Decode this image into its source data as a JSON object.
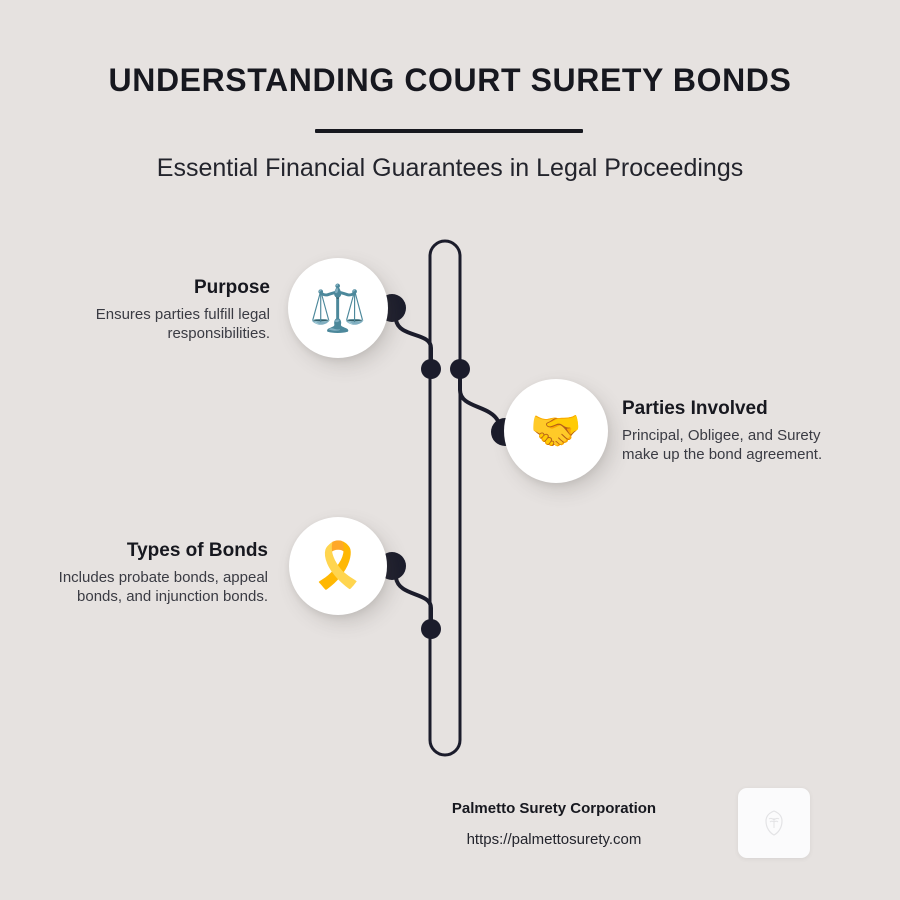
{
  "header": {
    "title": "UNDERSTANDING COURT SURETY BONDS",
    "subtitle": "Essential Financial Guarantees in Legal Proceedings",
    "divider_name": "title-divider"
  },
  "theme": {
    "background": "#e6e2e0",
    "ink": "#17181f",
    "body_text": "#3a3b43",
    "circle_fill": "#ffffff",
    "connector_stroke": "#1b1c2b"
  },
  "blocks": [
    {
      "id": "purpose",
      "heading": "Purpose",
      "body": "Ensures parties fulfill legal responsibilities.",
      "icon": "balance-scale-icon",
      "icon_glyph": "⚖️",
      "side": "left"
    },
    {
      "id": "parties",
      "heading": "Parties Involved",
      "body": "Principal, Obligee, and Surety make up the bond agreement.",
      "icon": "handshake-icon",
      "icon_glyph": "🤝",
      "side": "right"
    },
    {
      "id": "types",
      "heading": "Types of Bonds",
      "body": "Includes probate bonds, appeal bonds, and injunction bonds.",
      "icon": "certificate-seal-icon",
      "icon_glyph": "🎗️",
      "side": "left"
    }
  ],
  "footer": {
    "company": "Palmetto Surety Corporation",
    "url": "https://palmettosurety.com",
    "logo_name": "palmetto-logo"
  }
}
